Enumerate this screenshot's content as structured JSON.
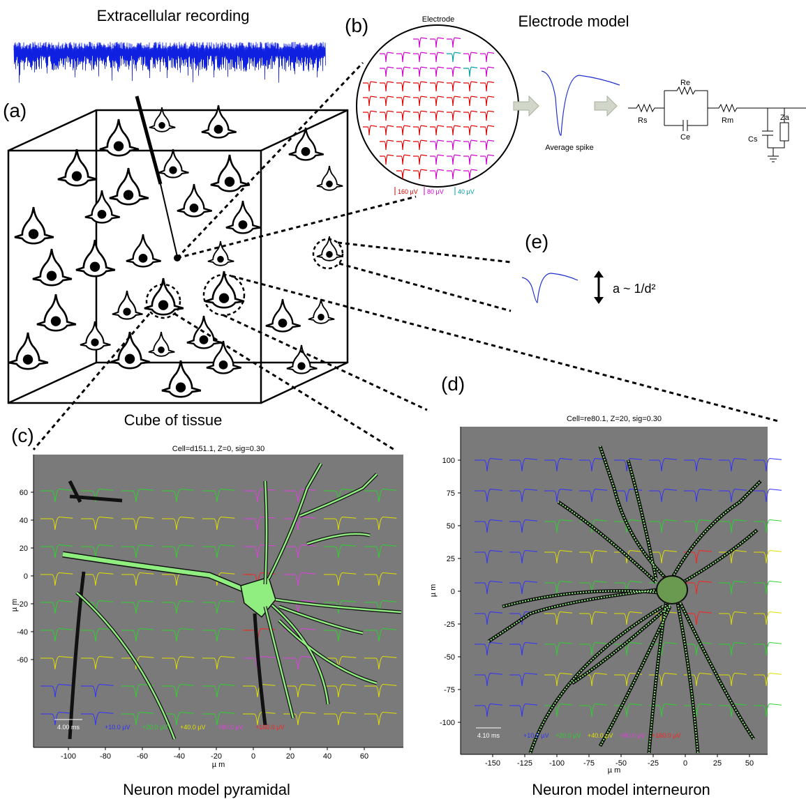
{
  "panels": {
    "a": "(a)",
    "b": "(b)",
    "c": "(c)",
    "d": "(d)",
    "e": "(e)"
  },
  "titles": {
    "extracellular": "Extracellular recording",
    "electrode_model": "Electrode model",
    "cube": "Cube of tissue",
    "pyramidal": "Neuron model pyramidal",
    "interneuron": "Neuron model interneuron"
  },
  "electrode": {
    "label": "Electrode",
    "average_spike": "Average spike",
    "scale": [
      {
        "text": "160 µV",
        "color": "#e00000"
      },
      {
        "text": "80 µV",
        "color": "#d000d0"
      },
      {
        "text": "40 µV",
        "color": "#00a0a0"
      }
    ],
    "circuit": [
      "Re",
      "Rs",
      "Ce",
      "Rm",
      "Cs",
      "Za"
    ]
  },
  "decay": {
    "formula": "a ~ 1/d²"
  },
  "plot_c": {
    "title": "Cell=d151.1, Z=0, sig=0.30",
    "ylabel": "µ m",
    "xlabel": "µ m",
    "yticks": [
      "60",
      "40",
      "20",
      "0",
      "-20",
      "-40",
      "-60"
    ],
    "xticks": [
      "-100",
      "-80",
      "-60",
      "-40",
      "-20",
      "0",
      "20",
      "40",
      "60"
    ],
    "time_scale": "4.00 ms",
    "legend": [
      {
        "text": "+10.0 µV",
        "color": "#3030ff"
      },
      {
        "text": "+20.0 µV",
        "color": "#30d030"
      },
      {
        "text": "+40.0 µV",
        "color": "#e0e000"
      },
      {
        "text": "+80.0 µV",
        "color": "#e040e0"
      },
      {
        "text": "+160.0 µV",
        "color": "#ff2020"
      }
    ]
  },
  "plot_d": {
    "title": "Cell=re80.1, Z=20, sig=0.30",
    "ylabel": "µ m",
    "xlabel": "µ m",
    "yticks": [
      "100",
      "75",
      "50",
      "25",
      "0",
      "-25",
      "-50",
      "-75",
      "-100"
    ],
    "xticks": [
      "-150",
      "-125",
      "-100",
      "-75",
      "-50",
      "-25",
      "0",
      "25",
      "50"
    ],
    "time_scale": "4.10 ms",
    "legend": [
      {
        "text": "+10.0 µV",
        "color": "#3030ff"
      },
      {
        "text": "+20.0 µV",
        "color": "#30d030"
      },
      {
        "text": "+40.0 µV",
        "color": "#e0e000"
      },
      {
        "text": "+80.0 µV",
        "color": "#e040e0"
      },
      {
        "text": "+160.0 µV",
        "color": "#ff2020"
      }
    ]
  }
}
